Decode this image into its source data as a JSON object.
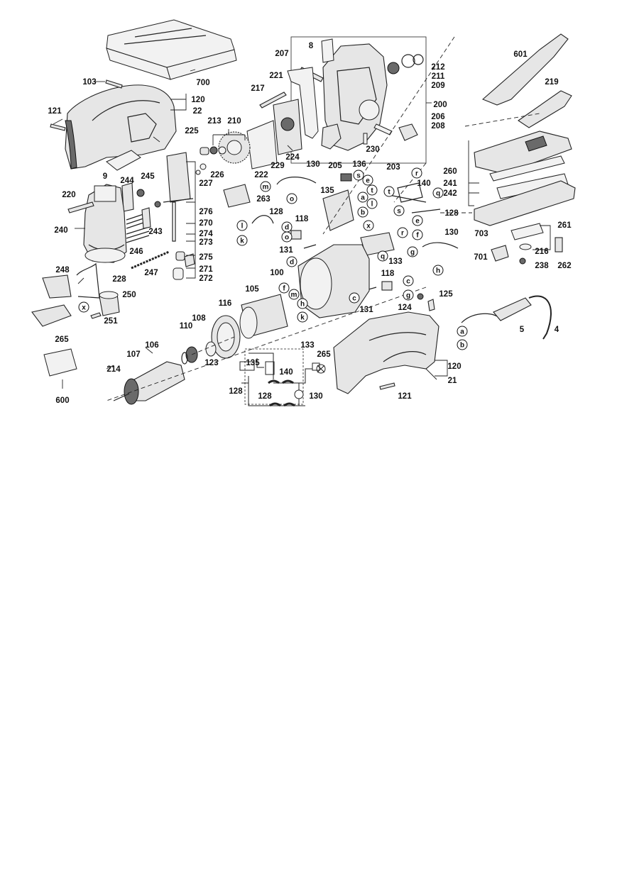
{
  "labels": [
    {
      "id": "l700",
      "text": "700"
    },
    {
      "id": "l8",
      "text": "8"
    },
    {
      "id": "l207",
      "text": "207"
    },
    {
      "id": "l212",
      "text": "212"
    },
    {
      "id": "l211",
      "text": "211"
    },
    {
      "id": "l209",
      "text": "209"
    },
    {
      "id": "l601",
      "text": "601"
    },
    {
      "id": "l103",
      "text": "103"
    },
    {
      "id": "l120a",
      "text": "120"
    },
    {
      "id": "l22",
      "text": "22"
    },
    {
      "id": "l121a",
      "text": "121"
    },
    {
      "id": "l221",
      "text": "221"
    },
    {
      "id": "l217",
      "text": "217"
    },
    {
      "id": "l219",
      "text": "219"
    },
    {
      "id": "l200",
      "text": "200"
    },
    {
      "id": "l206",
      "text": "206"
    },
    {
      "id": "l208",
      "text": "208"
    },
    {
      "id": "l213",
      "text": "213"
    },
    {
      "id": "l210",
      "text": "210"
    },
    {
      "id": "l225",
      "text": "225"
    },
    {
      "id": "l224",
      "text": "224"
    },
    {
      "id": "l230",
      "text": "230"
    },
    {
      "id": "l9",
      "text": "9"
    },
    {
      "id": "l229",
      "text": "229"
    },
    {
      "id": "l205",
      "text": "205"
    },
    {
      "id": "l203",
      "text": "203"
    },
    {
      "id": "l226",
      "text": "226"
    },
    {
      "id": "l222",
      "text": "222"
    },
    {
      "id": "l130a",
      "text": "130"
    },
    {
      "id": "l136",
      "text": "136"
    },
    {
      "id": "l245",
      "text": "245"
    },
    {
      "id": "l244",
      "text": "244"
    },
    {
      "id": "l227",
      "text": "227"
    },
    {
      "id": "l263",
      "text": "263"
    },
    {
      "id": "l135a",
      "text": "135"
    },
    {
      "id": "l140a",
      "text": "140"
    },
    {
      "id": "l260",
      "text": "260"
    },
    {
      "id": "l241",
      "text": "241"
    },
    {
      "id": "l242",
      "text": "242"
    },
    {
      "id": "l220",
      "text": "220"
    },
    {
      "id": "l276",
      "text": "276"
    },
    {
      "id": "l128a",
      "text": "128"
    },
    {
      "id": "l128b",
      "text": "128"
    },
    {
      "id": "l118a",
      "text": "118"
    },
    {
      "id": "l240",
      "text": "240"
    },
    {
      "id": "l270",
      "text": "270"
    },
    {
      "id": "l243",
      "text": "243"
    },
    {
      "id": "l274",
      "text": "274"
    },
    {
      "id": "l273",
      "text": "273"
    },
    {
      "id": "l130b",
      "text": "130"
    },
    {
      "id": "l261",
      "text": "261"
    },
    {
      "id": "l703",
      "text": "703"
    },
    {
      "id": "l246",
      "text": "246"
    },
    {
      "id": "l275",
      "text": "275"
    },
    {
      "id": "l131a",
      "text": "131"
    },
    {
      "id": "l133a",
      "text": "133"
    },
    {
      "id": "l216",
      "text": "216"
    },
    {
      "id": "l701",
      "text": "701"
    },
    {
      "id": "l247",
      "text": "247"
    },
    {
      "id": "l271",
      "text": "271"
    },
    {
      "id": "l262",
      "text": "262"
    },
    {
      "id": "l238",
      "text": "238"
    },
    {
      "id": "l248",
      "text": "248"
    },
    {
      "id": "l228",
      "text": "228"
    },
    {
      "id": "l272",
      "text": "272"
    },
    {
      "id": "l100",
      "text": "100"
    },
    {
      "id": "l118b",
      "text": "118"
    },
    {
      "id": "l105",
      "text": "105"
    },
    {
      "id": "l250",
      "text": "250"
    },
    {
      "id": "l125",
      "text": "125"
    },
    {
      "id": "l116",
      "text": "116"
    },
    {
      "id": "l124",
      "text": "124"
    },
    {
      "id": "l131b",
      "text": "131"
    },
    {
      "id": "l251",
      "text": "251"
    },
    {
      "id": "l108",
      "text": "108"
    },
    {
      "id": "l110",
      "text": "110"
    },
    {
      "id": "l5",
      "text": "5"
    },
    {
      "id": "l4",
      "text": "4"
    },
    {
      "id": "l265a",
      "text": "265"
    },
    {
      "id": "l106",
      "text": "106"
    },
    {
      "id": "l133b",
      "text": "133"
    },
    {
      "id": "l107",
      "text": "107"
    },
    {
      "id": "l265b",
      "text": "265"
    },
    {
      "id": "l123",
      "text": "123"
    },
    {
      "id": "l135b",
      "text": "135"
    },
    {
      "id": "l120b",
      "text": "120"
    },
    {
      "id": "l214",
      "text": "214"
    },
    {
      "id": "l140b",
      "text": "140"
    },
    {
      "id": "l21",
      "text": "21"
    },
    {
      "id": "l600",
      "text": "600"
    },
    {
      "id": "l128c",
      "text": "128"
    },
    {
      "id": "l128d",
      "text": "128"
    },
    {
      "id": "l130c",
      "text": "130"
    },
    {
      "id": "l121b",
      "text": "121"
    }
  ],
  "wire_letters": [
    {
      "id": "wm",
      "text": "m"
    },
    {
      "id": "wo1",
      "text": "o"
    },
    {
      "id": "wl1",
      "text": "l"
    },
    {
      "id": "wk1",
      "text": "k"
    },
    {
      "id": "wd1",
      "text": "d"
    },
    {
      "id": "wo2",
      "text": "o"
    },
    {
      "id": "wd2",
      "text": "d"
    },
    {
      "id": "ws1",
      "text": "s"
    },
    {
      "id": "we1",
      "text": "e"
    },
    {
      "id": "wt1",
      "text": "t"
    },
    {
      "id": "wa1",
      "text": "a"
    },
    {
      "id": "wl2",
      "text": "l"
    },
    {
      "id": "wb1",
      "text": "b"
    },
    {
      "id": "wr1",
      "text": "r"
    },
    {
      "id": "wt2",
      "text": "t"
    },
    {
      "id": "wq1",
      "text": "q"
    },
    {
      "id": "ws2",
      "text": "s"
    },
    {
      "id": "we2",
      "text": "e"
    },
    {
      "id": "wf1",
      "text": "f"
    },
    {
      "id": "wx1",
      "text": "x"
    },
    {
      "id": "wr2",
      "text": "r"
    },
    {
      "id": "wq2",
      "text": "q"
    },
    {
      "id": "wg1",
      "text": "g"
    },
    {
      "id": "wh1",
      "text": "h"
    },
    {
      "id": "wc1",
      "text": "c"
    },
    {
      "id": "wg2",
      "text": "g"
    },
    {
      "id": "wc2",
      "text": "c"
    },
    {
      "id": "wf2",
      "text": "f"
    },
    {
      "id": "wm2",
      "text": "m"
    },
    {
      "id": "wh2",
      "text": "h"
    },
    {
      "id": "wk2",
      "text": "k"
    },
    {
      "id": "wx2",
      "text": "x"
    },
    {
      "id": "wa2",
      "text": "a"
    },
    {
      "id": "wb2",
      "text": "b"
    }
  ]
}
